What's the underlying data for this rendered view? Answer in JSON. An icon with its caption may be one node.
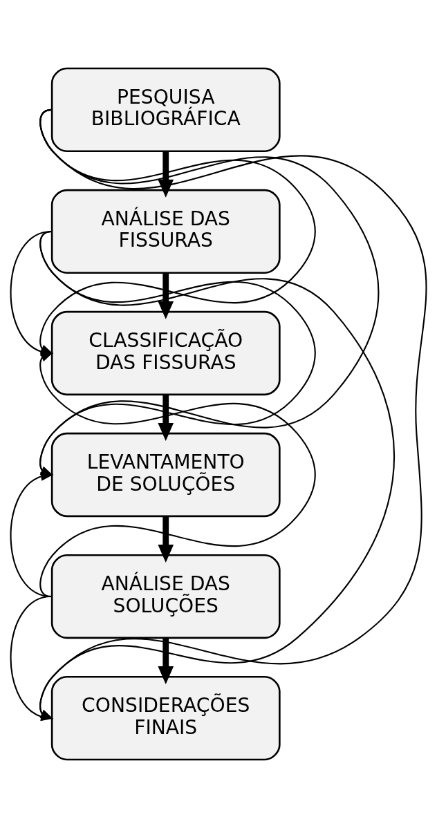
{
  "diagram": {
    "nodes": [
      {
        "text": [
          "PESQUISA BIBLIOGRÁFICA"
        ]
      },
      {
        "text": [
          "ANÁLISE DAS FISSURAS"
        ]
      },
      {
        "text": [
          "CLASSIFICAÇÃO DAS FISSURAS"
        ]
      },
      {
        "text": [
          "LEVANTAMENTO DE SOLUÇÕES"
        ]
      },
      {
        "text": [
          "ANÁLISE DAS SOLUÇÕES"
        ]
      },
      {
        "text": [
          "CONSIDERAÇÕES FINAIS"
        ]
      }
    ],
    "edges": [
      {
        "from": 0,
        "to": 1,
        "arrow": "to",
        "style": "thick"
      },
      {
        "from": 1,
        "to": 2,
        "arrow": "to",
        "style": "thick"
      },
      {
        "from": 2,
        "to": 3,
        "arrow": "to",
        "style": "thick"
      },
      {
        "from": 3,
        "to": 4,
        "arrow": "to",
        "style": "thick"
      },
      {
        "from": 4,
        "to": 5,
        "arrow": "to",
        "style": "thick"
      },
      {
        "from": 0,
        "to": 2,
        "arrow": "to"
      },
      {
        "from": 0,
        "to": 3,
        "arrow": "to"
      },
      {
        "from": 0,
        "to": 5,
        "arrow": "to"
      },
      {
        "from": 1,
        "to": 2,
        "arrow": "to"
      },
      {
        "from": 1,
        "to": 3,
        "arrow": "to"
      },
      {
        "from": 1,
        "to": 5,
        "arrow": "to"
      },
      {
        "from": 4,
        "to": 2,
        "arrow": "to"
      },
      {
        "from": 4,
        "to": 3,
        "arrow": "to"
      },
      {
        "from": 4,
        "to": 5,
        "arrow": "to"
      }
    ]
  }
}
